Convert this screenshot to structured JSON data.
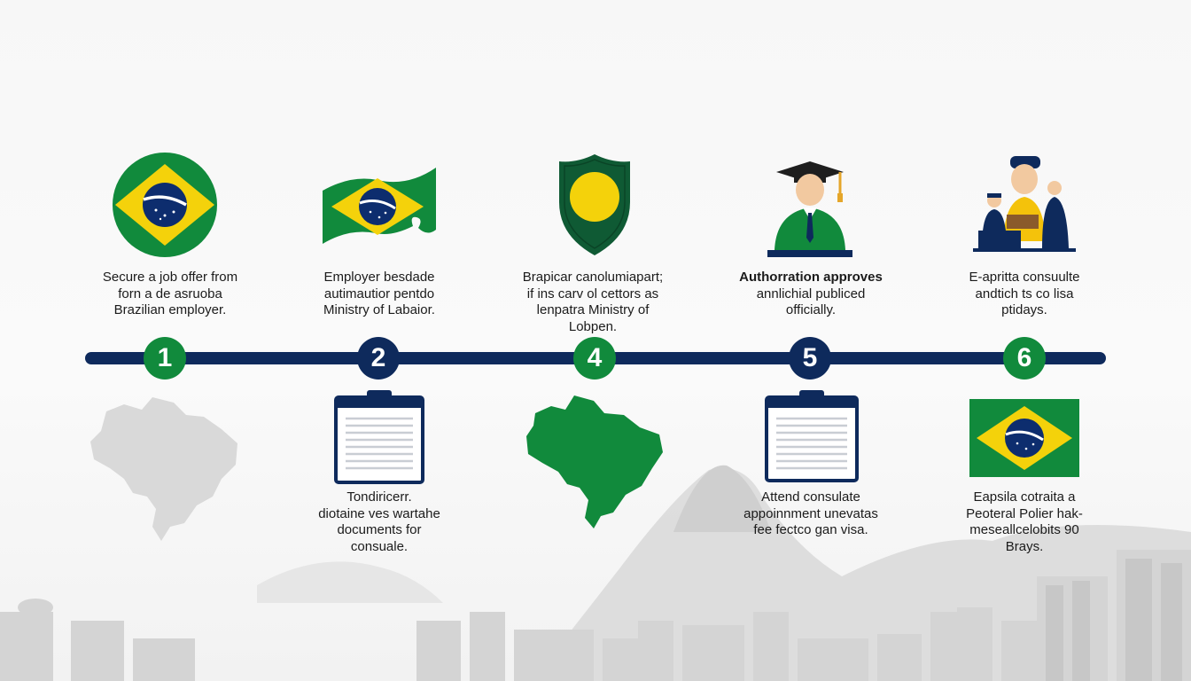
{
  "steps_top": [
    {
      "number": "1",
      "lines": [
        "Secure a job offer from",
        "forn a de asruoba",
        "Brazilian employer."
      ]
    },
    {
      "number": "2",
      "lines": [
        "Employer besdade",
        "autimautior pentdo",
        "Ministry of Labaior."
      ]
    },
    {
      "number": "4",
      "lines": [
        "Brapicar canolumiapart;",
        "if ins carv ol cettors as",
        "lenpatra Ministry of",
        "Lobpen."
      ]
    },
    {
      "number": "5",
      "lines": [
        "Authorration approves",
        "annlichial publiced",
        "officially."
      ]
    },
    {
      "number": "6",
      "lines": [
        "E-apritta consuulte",
        "andtich ts co lisa",
        "ptidays."
      ]
    }
  ],
  "steps_bottom": [
    {
      "lines": [
        "Tondiricerr.",
        "diotaine ves wartahe",
        "documents for",
        "consuale."
      ]
    },
    {
      "lines": [
        "Attend consulate",
        "appoinnment unevatas",
        "fee fectco gan visa."
      ]
    },
    {
      "lines": [
        "Eapsila cotraita a",
        "Peoteral Polier hak-",
        "meseallcelobits 90",
        "Brays."
      ]
    }
  ],
  "colors": {
    "green": "#118a3c",
    "navy": "#0e2a5c",
    "yellow": "#f4d20b",
    "blue": "#0d2d6e"
  },
  "icons": [
    "brazil-flag-circle-icon",
    "brazil-flag-wave-icon",
    "shield-icon",
    "graduate-icon",
    "family-icon",
    "brazil-map-grey-icon",
    "clipboard-icon",
    "brazil-map-green-icon",
    "clipboard-icon",
    "brazil-flag-rect-icon"
  ]
}
